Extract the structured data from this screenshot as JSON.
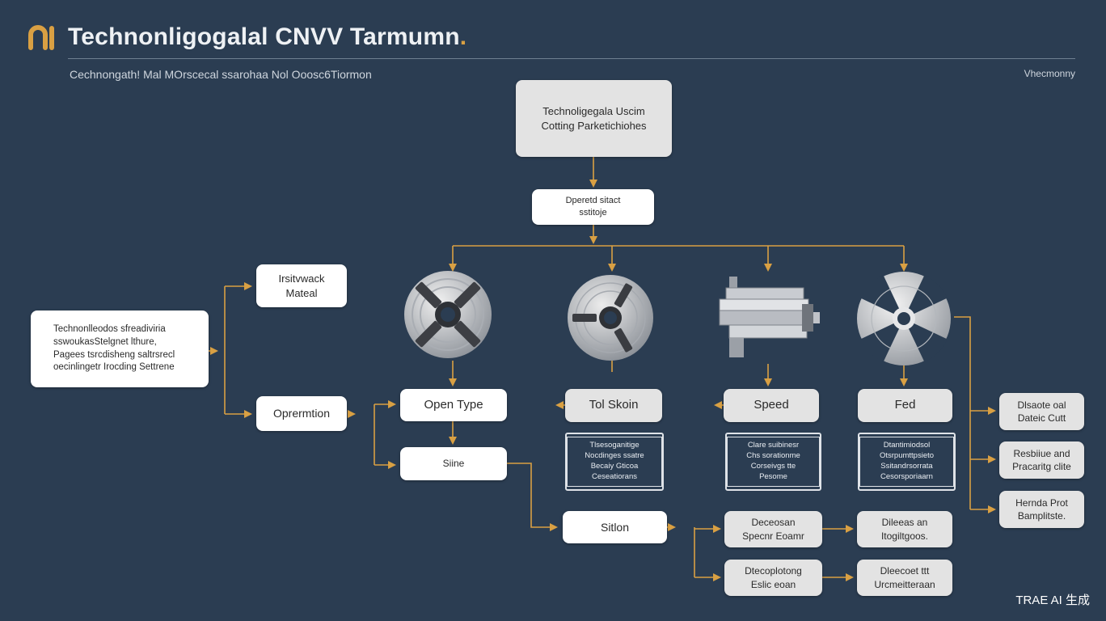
{
  "header": {
    "title": "Technonligogalal CNVV Tarmumn",
    "title_dot": ".",
    "subtitle": "Cechnongath! Mal MOrscecal ssarohaa Nol Ooosc6Tiormon",
    "corner_label": "Vhecmonny",
    "watermark": "TRAE AI 生成",
    "logo_icon": "orange-bracket-logo"
  },
  "nodes": {
    "top": [
      "Technoligegala Uscim",
      "Cotting Parketichiohes"
    ],
    "select": [
      "Dperetd sitact",
      "sstitoje"
    ],
    "workpiece": [
      "Irsitvwack",
      "Mateal"
    ],
    "description": [
      "Technonlleodos sfreadiviria",
      "sswoukasStelgnet lthure,",
      "Pagees tsrcdisheng saltrsrecl",
      "oecinlingetr Irocding Settrene"
    ],
    "operation": [
      "Oprermtion"
    ],
    "open_type": [
      "Open Type"
    ],
    "sine": [
      "Siine"
    ],
    "station": [
      "Sitlon"
    ],
    "tool_skin": [
      "Tol Skoin"
    ],
    "speed": [
      "Speed"
    ],
    "feed": [
      "Fed"
    ],
    "info_tool": [
      "Tlsesoganitige",
      "Nocdinges ssatre",
      "Becaiy Gticoa",
      "Ceseatiorans"
    ],
    "info_speed": [
      "Clare suibinesr",
      "Chs sorationme",
      "Corseivgs tte",
      "Pesome"
    ],
    "info_feed": [
      "Dtantimiodsol",
      "Otsrpumttpsieto",
      "Ssitandrsorrata",
      "Cesorsporiaarn"
    ],
    "right_1": [
      "Dlsaote oal",
      "Dateic Cutt"
    ],
    "right_2": [
      "Resbiiue and",
      "Pracaritg clite"
    ],
    "right_3": [
      "Hernda Prot",
      "Bamplitste."
    ],
    "mid_1": [
      "Deceosan",
      "Specnr Eoamr"
    ],
    "mid_2": [
      "Dtecoplotong",
      "Eslic eoan"
    ],
    "end_1": [
      "Dileeas an",
      "Itogiltgoos."
    ],
    "end_2": [
      "Dleecoet ttt",
      "Urcmeitteraan"
    ]
  },
  "icons": {
    "tool_1": "four-jaw-chuck-icon",
    "tool_2": "three-jaw-chuck-icon",
    "tool_3": "cutting-tool-holder-icon",
    "tool_4": "fan-blade-disc-icon"
  },
  "colors": {
    "background": "#2b3d52",
    "accent": "#d9a043",
    "box": "#ffffff",
    "box_grey": "#e3e3e3"
  }
}
